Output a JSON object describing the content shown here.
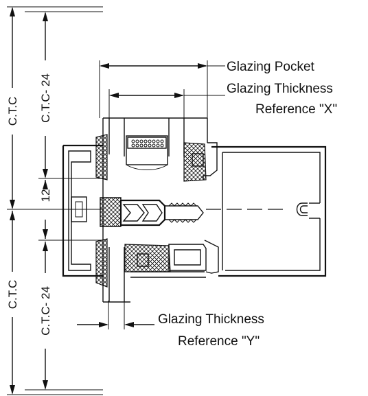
{
  "labels": {
    "glazing_pocket": "Glazing Pocket",
    "glazing_thickness_top": "Glazing Thickness",
    "reference_x": "Reference \"X\"",
    "glazing_thickness_bottom": "Glazing Thickness",
    "reference_y": "Reference \"Y\""
  },
  "dimensions": {
    "ctc_top": "C.T.C",
    "ctc24_top": "C.T.C- 24",
    "twelve": "12",
    "ctc_bottom": "C.T.C",
    "ctc24_bottom": "C.T.C- 24"
  },
  "colors": {
    "ink": "#111111",
    "fill": "#ffffff"
  }
}
